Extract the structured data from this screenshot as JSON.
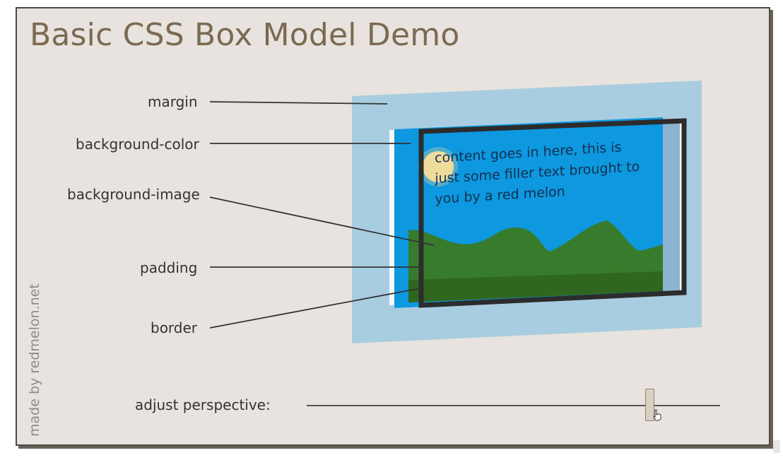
{
  "app": {
    "title": "Basic CSS Box Model Demo",
    "credit": "made by redmelon.net"
  },
  "labels": {
    "margin": "margin",
    "background_color": "background-color",
    "background_image": "background-image",
    "padding": "padding",
    "border": "border"
  },
  "demo_box": {
    "content_text": "content goes in here, this is just some filler text brought to you by a red melon"
  },
  "slider": {
    "label": "adjust perspective:",
    "value": 0.83
  },
  "colors": {
    "title": "#7b6a52",
    "margin_fill": "#a9cde0",
    "background_fill": "#0d98e0",
    "border_stroke": "#2c2c2c",
    "hill_fill": "#3b7a1c"
  }
}
